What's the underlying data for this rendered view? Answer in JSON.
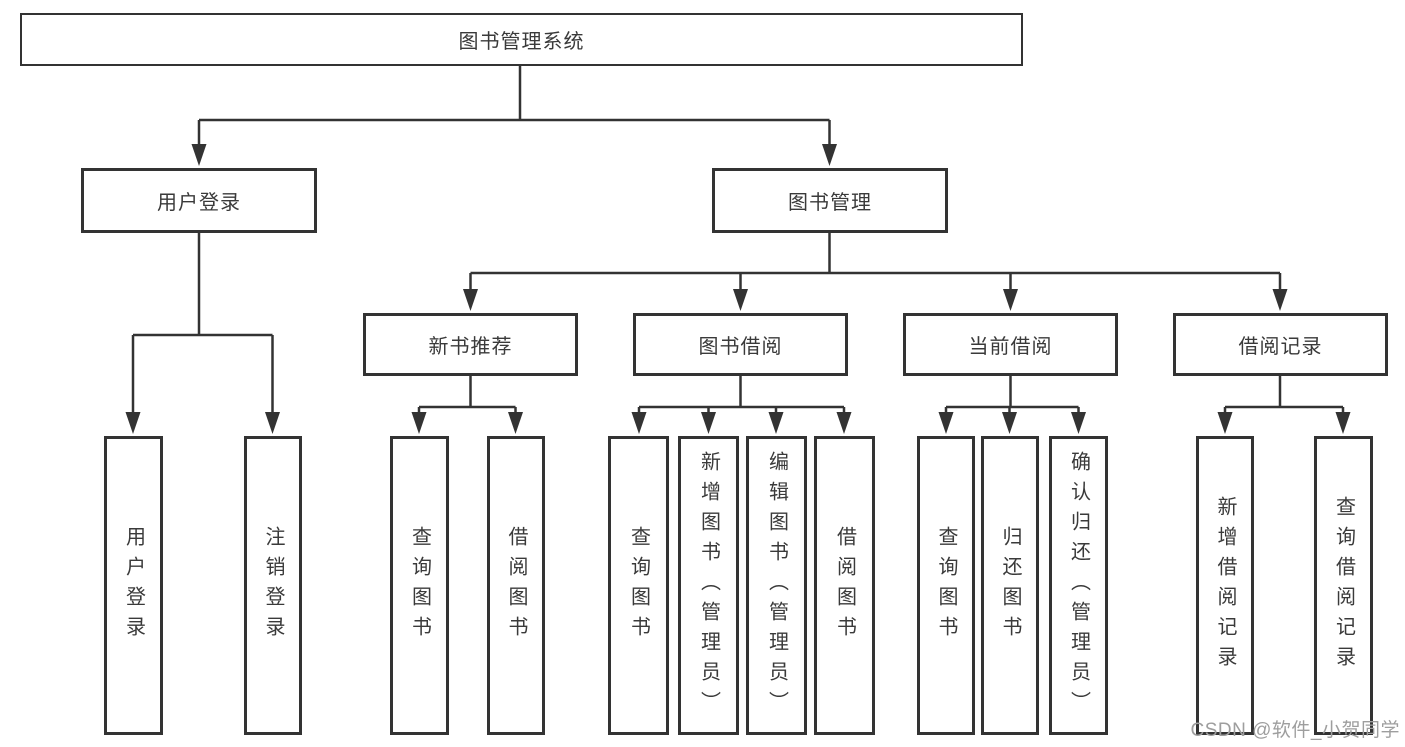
{
  "nodes": {
    "root": {
      "label": "图书管理系统"
    },
    "user_login": {
      "label": "用户登录"
    },
    "book_management": {
      "label": "图书管理"
    },
    "new_book_recommend": {
      "label": "新书推荐"
    },
    "book_borrowing": {
      "label": "图书借阅"
    },
    "current_borrowing": {
      "label": "当前借阅"
    },
    "borrowing_records": {
      "label": "借阅记录"
    },
    "leaf_user_login": {
      "label": "用户登录"
    },
    "leaf_logout": {
      "label": "注销登录"
    },
    "leaf_query_books_recommend": {
      "label": "查询图书"
    },
    "leaf_borrow_books_recommend": {
      "label": "借阅图书"
    },
    "leaf_query_books_borrowing": {
      "label": "查询图书"
    },
    "leaf_add_book_admin": {
      "label": "新增图书（管理员）"
    },
    "leaf_edit_book_admin": {
      "label": "编辑图书（管理员）"
    },
    "leaf_borrow_book": {
      "label": "借阅图书"
    },
    "leaf_query_books_current": {
      "label": "查询图书"
    },
    "leaf_return_book": {
      "label": "归还图书"
    },
    "leaf_confirm_return_admin": {
      "label": "确认归还（管理员）"
    },
    "leaf_add_borrow_record": {
      "label": "新增借阅记录"
    },
    "leaf_query_borrow_record": {
      "label": "查询借阅记录"
    }
  },
  "hierarchy": {
    "图书管理系统": {
      "用户登录": [
        "用户登录",
        "注销登录"
      ],
      "图书管理": {
        "新书推荐": [
          "查询图书",
          "借阅图书"
        ],
        "图书借阅": [
          "查询图书",
          "新增图书（管理员）",
          "编辑图书（管理员）",
          "借阅图书"
        ],
        "当前借阅": [
          "查询图书",
          "归还图书",
          "确认归还（管理员）"
        ],
        "借阅记录": [
          "新增借阅记录",
          "查询借阅记录"
        ]
      }
    }
  },
  "watermark": {
    "text": "CSDN @软件_小贺同学"
  },
  "colors": {
    "line": "#333333",
    "text": "#3a3a3a",
    "box_background": "#ffffff",
    "page_background": "#ffffff",
    "watermark": "#9e9e9e"
  }
}
